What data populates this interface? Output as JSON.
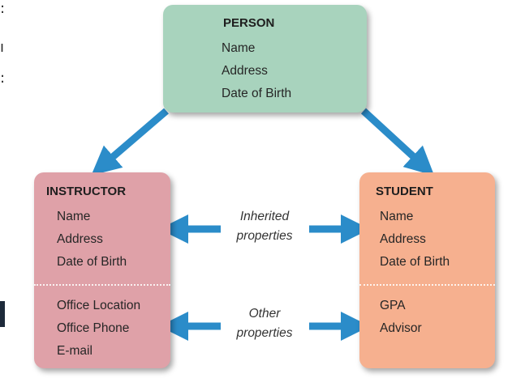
{
  "colors": {
    "person_fill": "#a8d3bd",
    "instructor_fill": "#dfa1a8",
    "student_fill": "#f6b08f",
    "arrow": "#2b8cc9"
  },
  "person": {
    "title": "PERSON",
    "attributes": [
      "Name",
      "Address",
      "Date of Birth"
    ]
  },
  "instructor": {
    "title": "INSTRUCTOR",
    "inherited": [
      "Name",
      "Address",
      "Date of Birth"
    ],
    "own": [
      "Office Location",
      "Office Phone",
      "E-mail"
    ]
  },
  "student": {
    "title": "STUDENT",
    "inherited": [
      "Name",
      "Address",
      "Date of Birth"
    ],
    "own": [
      "GPA",
      "Advisor"
    ]
  },
  "labels": {
    "inherited": [
      "Inherited",
      "properties"
    ],
    "other": [
      "Other",
      "properties"
    ]
  }
}
